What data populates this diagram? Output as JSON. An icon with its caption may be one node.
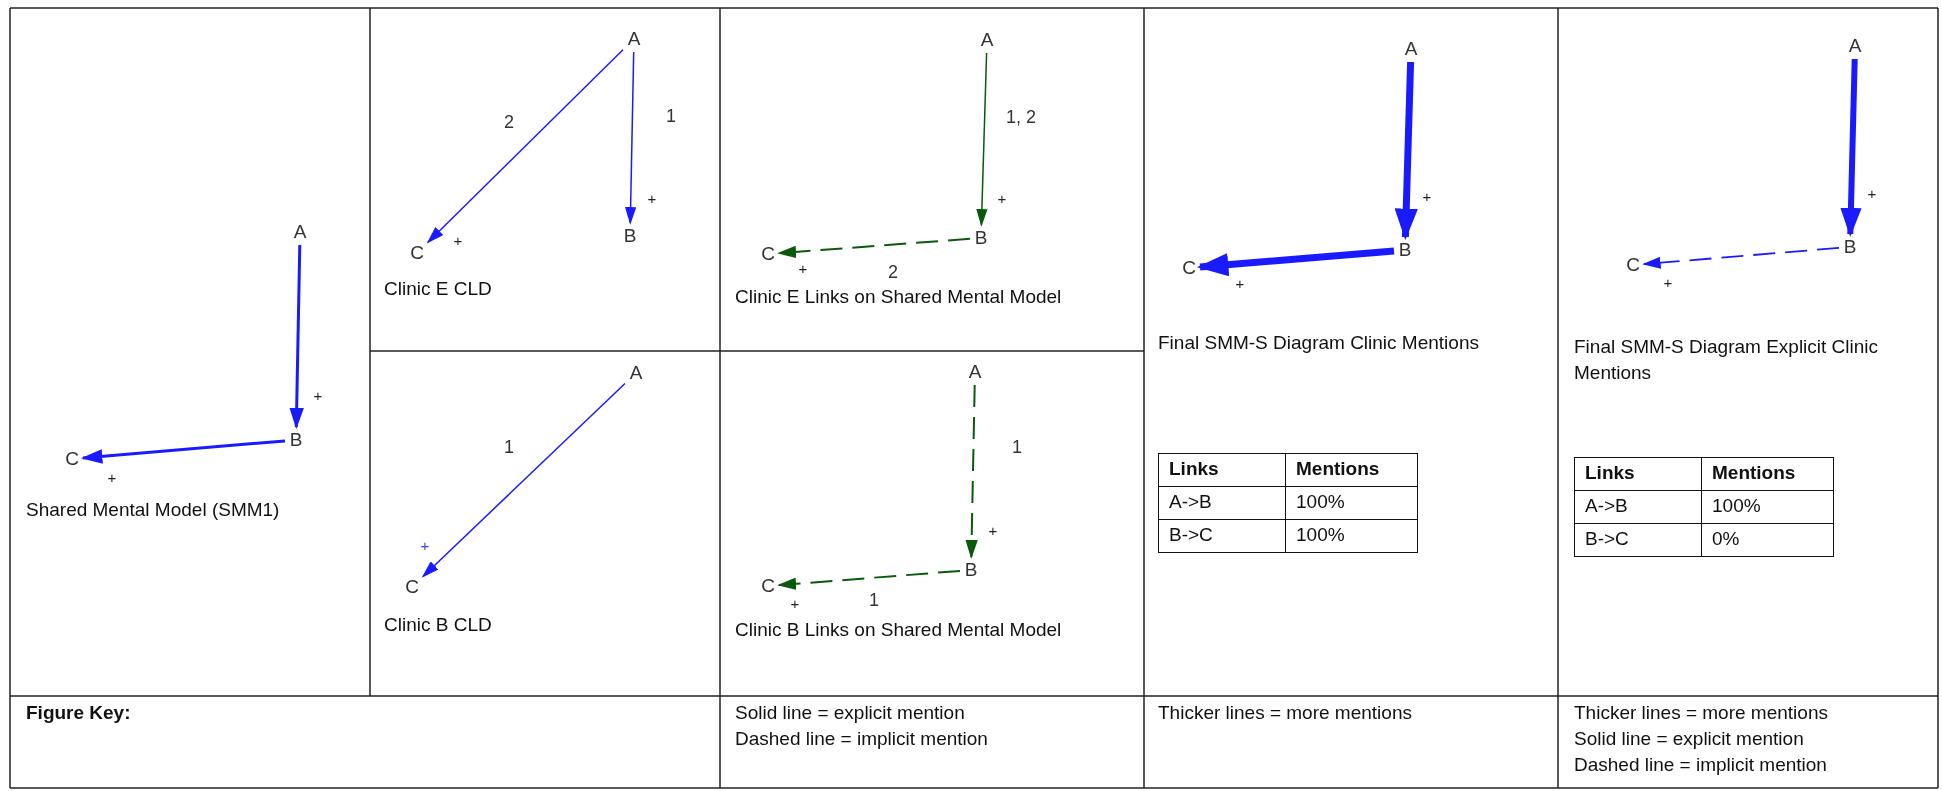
{
  "diagram": {
    "nodes": [
      {
        "text": [
          "A"
        ]
      },
      {
        "text": [
          "B"
        ],
        "beside": [
          "+"
        ]
      },
      {
        "text": [
          "C"
        ],
        "beside": [
          "+"
        ]
      },
      {
        "text": [
          "A"
        ]
      },
      {
        "text": [
          "B"
        ],
        "beside": [
          "+"
        ]
      },
      {
        "text": [
          "C"
        ],
        "beside": [
          "+"
        ]
      },
      {
        "text": [
          "A"
        ]
      },
      {
        "text": [
          "C"
        ],
        "beside": [
          "+"
        ]
      },
      {
        "text": [
          "A"
        ]
      },
      {
        "text": [
          "B"
        ],
        "beside": [
          "+"
        ]
      },
      {
        "text": [
          "C"
        ],
        "beside": [
          "+"
        ]
      },
      {
        "text": [
          "A"
        ]
      },
      {
        "text": [
          "B"
        ],
        "beside": [
          "+"
        ]
      },
      {
        "text": [
          "C"
        ],
        "beside": [
          "+"
        ]
      },
      {
        "text": [
          "A"
        ]
      },
      {
        "text": [
          "B"
        ],
        "beside": [
          "+"
        ]
      },
      {
        "text": [
          "C"
        ],
        "beside": [
          "+"
        ]
      },
      {
        "text": [
          "A"
        ]
      },
      {
        "text": [
          "B"
        ],
        "beside": [
          "+"
        ]
      },
      {
        "text": [
          "C"
        ],
        "beside": [
          "+"
        ]
      }
    ],
    "edges": [
      {
        "from": 0,
        "to": 1,
        "arrow": "to"
      },
      {
        "from": 1,
        "to": 2,
        "arrow": "to"
      },
      {
        "from": 3,
        "to": 4,
        "arrow": "to",
        "label": "1"
      },
      {
        "from": 3,
        "to": 5,
        "arrow": "to",
        "label": "2"
      },
      {
        "from": 6,
        "to": 7,
        "arrow": "to",
        "label": "1"
      },
      {
        "from": 8,
        "to": 9,
        "arrow": "to",
        "label": "1, 2",
        "color": "#0b5a0b"
      },
      {
        "from": 9,
        "to": 10,
        "arrow": "to",
        "label": "2",
        "style": "dashed",
        "color": "#0b5a0b"
      },
      {
        "from": 11,
        "to": 12,
        "arrow": "to",
        "label": "1",
        "style": "dashed",
        "color": "#0b5a0b"
      },
      {
        "from": 12,
        "to": 13,
        "arrow": "to",
        "label": "1",
        "style": "dashed",
        "color": "#0b5a0b"
      },
      {
        "from": 14,
        "to": 15,
        "arrow": "to",
        "style": "thick"
      },
      {
        "from": 15,
        "to": 16,
        "arrow": "to",
        "style": "thick"
      },
      {
        "from": 17,
        "to": 18,
        "arrow": "to",
        "style": "thick"
      },
      {
        "from": 18,
        "to": 19,
        "arrow": "to",
        "style": "dashed"
      }
    ],
    "labels": [
      "Shared Mental Model (SMM1)",
      "Clinic E CLD",
      "Clinic E Links on Shared Mental Model",
      "Final SMM-S Diagram Clinic Mentions",
      "Links",
      "Mentions",
      "A->B",
      "100%",
      "B->C",
      "100%",
      "Final SMM-S Diagram Explicit Clinic Mentions",
      "Links",
      "Mentions",
      "A->B",
      "100%",
      "B->C",
      "0%",
      "Clinic B CLD",
      "Clinic B Links on Shared Mental Model",
      "Figure Key:",
      "Solid line = explicit mention",
      "Dashed line = implicit mention",
      "Thicker lines = more mentions",
      "Thicker lines = more mentions",
      "Solid line = explicit mention",
      "Dashed line = implicit mention"
    ]
  }
}
